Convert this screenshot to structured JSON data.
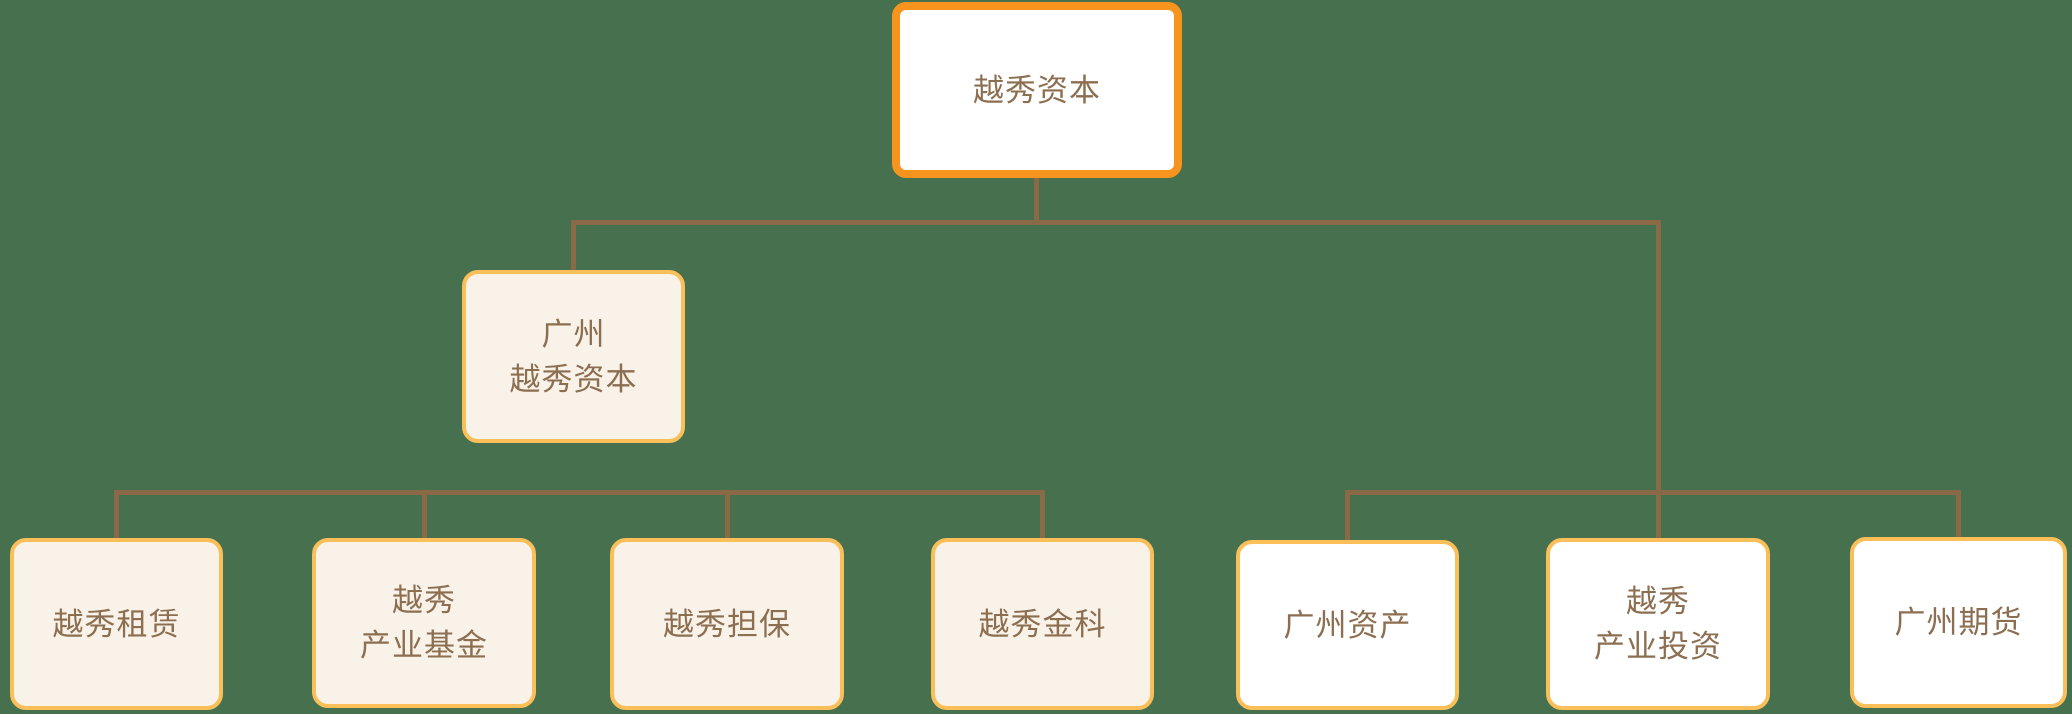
{
  "diagram": {
    "type": "org-chart",
    "root": {
      "label": "越秀资本"
    },
    "mid": {
      "label": "广州\n越秀资本"
    },
    "leaves": [
      {
        "label": "越秀租赁"
      },
      {
        "label": "越秀\n产业基金"
      },
      {
        "label": "越秀担保"
      },
      {
        "label": "越秀金科"
      },
      {
        "label": "广州资产"
      },
      {
        "label": "越秀\n产业投资"
      },
      {
        "label": "广州期货"
      }
    ],
    "colors": {
      "background": "#47704E",
      "root_border": "#F7941E",
      "node_border": "#FBBF5A",
      "fill_cream": "#F8F2E8",
      "fill_white": "#FFFFFF",
      "connector_line": "#8A6A46",
      "text": "#8C6E50"
    }
  }
}
